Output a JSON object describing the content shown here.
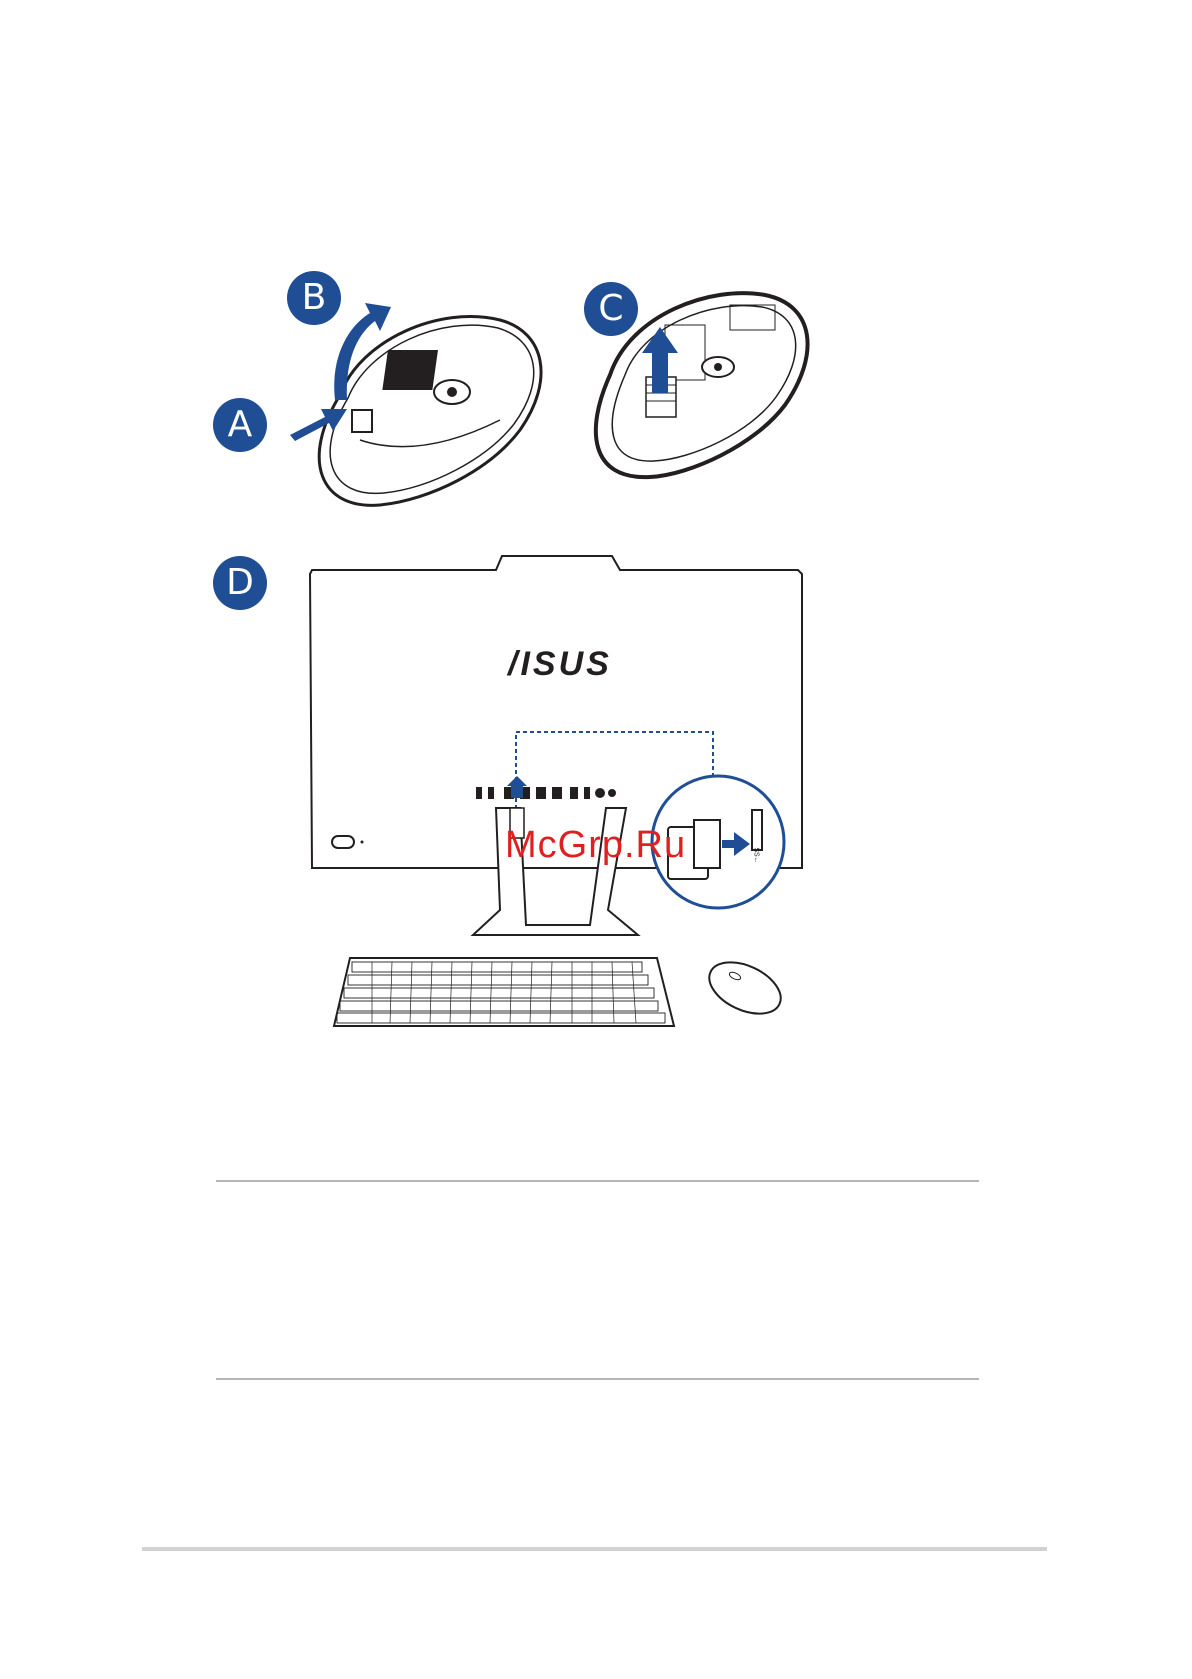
{
  "steps": {
    "a": "A",
    "b": "B",
    "c": "C",
    "d": "D"
  },
  "brand": {
    "logo_text": "/ISUS",
    "ss_label": "SS←"
  },
  "watermark": "McGrp.Ru",
  "colors": {
    "accent": "#1f4e95",
    "outline": "#231f20",
    "watermark": "#e02020",
    "rule": "#b5b5b5"
  }
}
